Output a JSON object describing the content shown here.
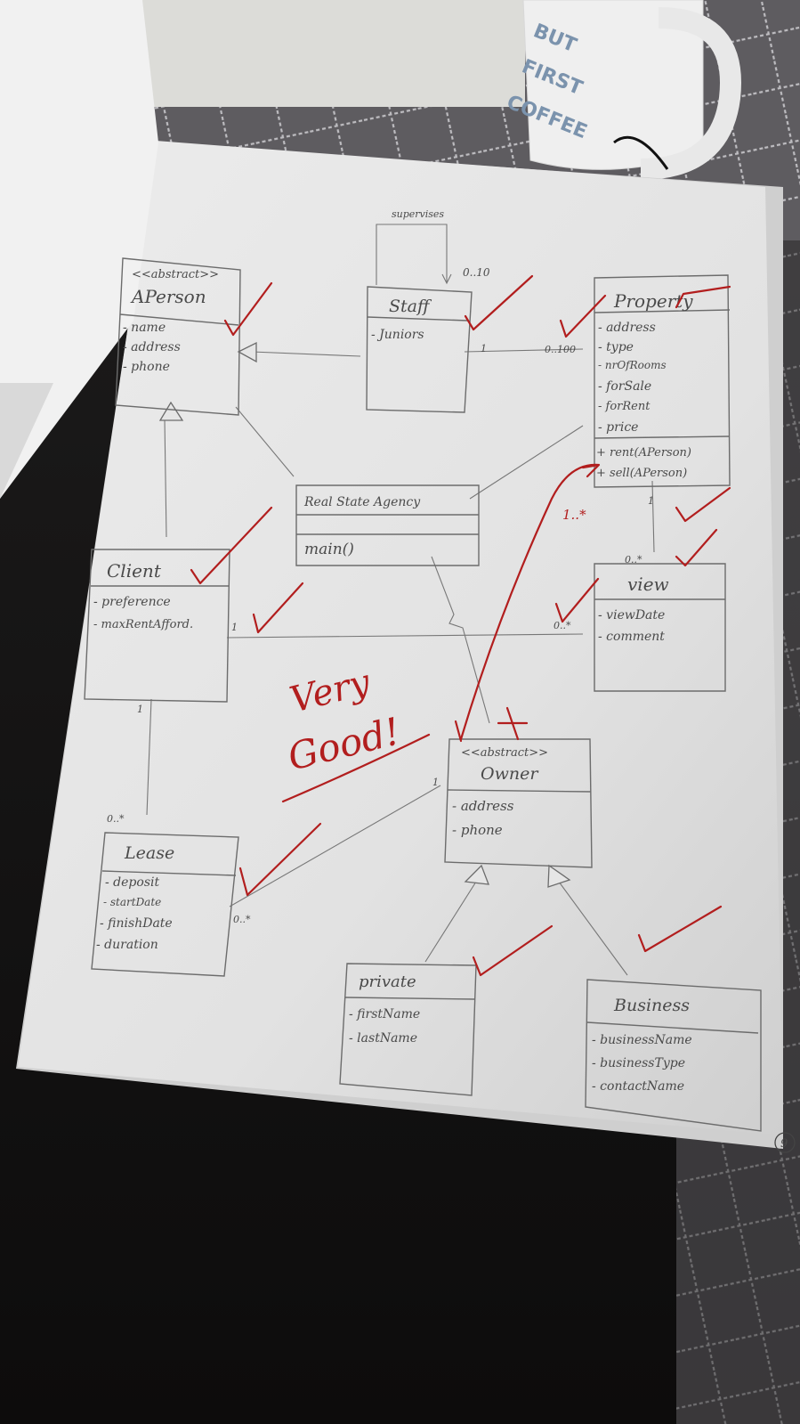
{
  "mug": {
    "lines": [
      "BUT",
      "FIRST",
      "COFFEE"
    ]
  },
  "diagram": {
    "aperson": {
      "stereotype": "<<abstract>>",
      "name": "APerson",
      "attrs": [
        "- name",
        "- address",
        "- phone"
      ]
    },
    "staff": {
      "name": "Staff",
      "attrs": [
        "- Juniors"
      ],
      "self_label": "supervises",
      "self_mult": "0..10",
      "prop_mult": "1"
    },
    "property": {
      "name": "Property",
      "attrs": [
        "- address",
        "- type",
        "- nrOfRooms",
        "- forSale",
        "- forRent",
        "- price"
      ],
      "ops": [
        "+ rent(APerson)",
        "+ sell(APerson)"
      ],
      "staff_mult": "0..100",
      "owner_mult": "1..*",
      "view_mult": "1"
    },
    "agency": {
      "name": "Real State Agency",
      "ops": [
        "main()"
      ]
    },
    "client": {
      "name": "Client",
      "attrs": [
        "- preference",
        "- maxRentAfford."
      ],
      "view_mult": "1",
      "lease_mult": "1"
    },
    "view": {
      "name": "view",
      "attrs": [
        "- viewDate",
        "- comment"
      ],
      "prop_mult": "0..*",
      "client_mult": "0..*"
    },
    "owner": {
      "stereotype": "<<abstract>>",
      "name": "Owner",
      "attrs": [
        "- address",
        "- phone"
      ],
      "lease_mult": "1"
    },
    "lease": {
      "name": "Lease",
      "attrs": [
        "- deposit",
        "- startDate",
        "- finishDate",
        "- duration"
      ],
      "client_mult": "0..*",
      "owner_mult": "0..*"
    },
    "private": {
      "name": "private",
      "attrs": [
        "- firstName",
        "- lastName"
      ]
    },
    "business": {
      "name": "Business",
      "attrs": [
        "- businessName",
        "- businessType",
        "- contactName"
      ]
    },
    "grade": {
      "line1": "Very",
      "line2": "Good!"
    },
    "page_number": "9"
  }
}
